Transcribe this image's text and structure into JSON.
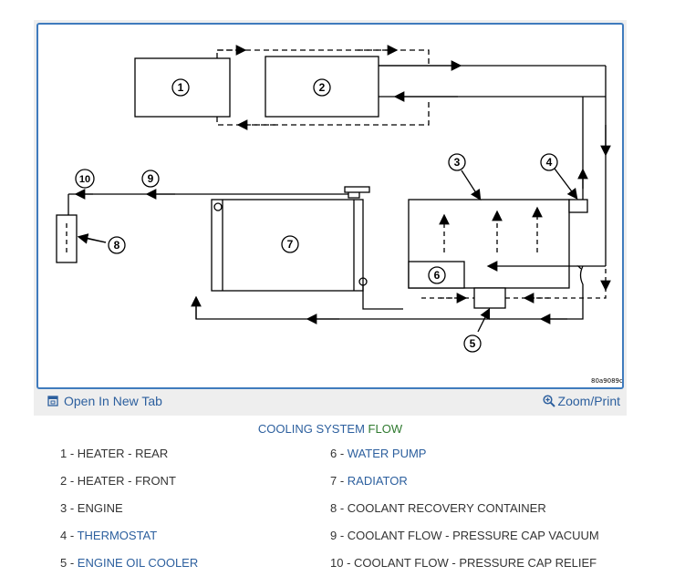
{
  "figure": {
    "code": "80a9089c",
    "callouts": [
      "1",
      "2",
      "3",
      "4",
      "5",
      "6",
      "7",
      "8",
      "9",
      "10"
    ],
    "open_tab_label": "Open In New Tab",
    "zoom_label": "Zoom/Print",
    "icons": {
      "open_tab": "open-new-tab-icon",
      "zoom": "magnifier-plus-icon"
    }
  },
  "caption": {
    "main": "COOLING SYSTEM ",
    "accent": "FLOW"
  },
  "legend": [
    {
      "num": "1 - ",
      "text": "HEATER - REAR",
      "link": false
    },
    {
      "num": "2 - ",
      "text": "HEATER - FRONT",
      "link": false
    },
    {
      "num": "3 - ",
      "text": "ENGINE",
      "link": false
    },
    {
      "num": "4 - ",
      "text": "THERMOSTAT",
      "link": true
    },
    {
      "num": "5 - ",
      "text": "ENGINE OIL COOLER",
      "link": true
    },
    {
      "num": "6 - ",
      "text": "WATER PUMP",
      "link": true
    },
    {
      "num": "7 - ",
      "text": "RADIATOR",
      "link": true
    },
    {
      "num": "8 - ",
      "text": "COOLANT RECOVERY CONTAINER",
      "link": false
    },
    {
      "num": "9 - ",
      "text": "COOLANT FLOW - PRESSURE CAP VACUUM",
      "link": false
    },
    {
      "num": "10 - ",
      "text": "COOLANT FLOW - PRESSURE CAP RELIEF",
      "link": false
    }
  ],
  "colors": {
    "link": "#2c5f9e",
    "accent": "#2f7a2f",
    "frame": "#3f7bbd",
    "text": "#333333"
  }
}
